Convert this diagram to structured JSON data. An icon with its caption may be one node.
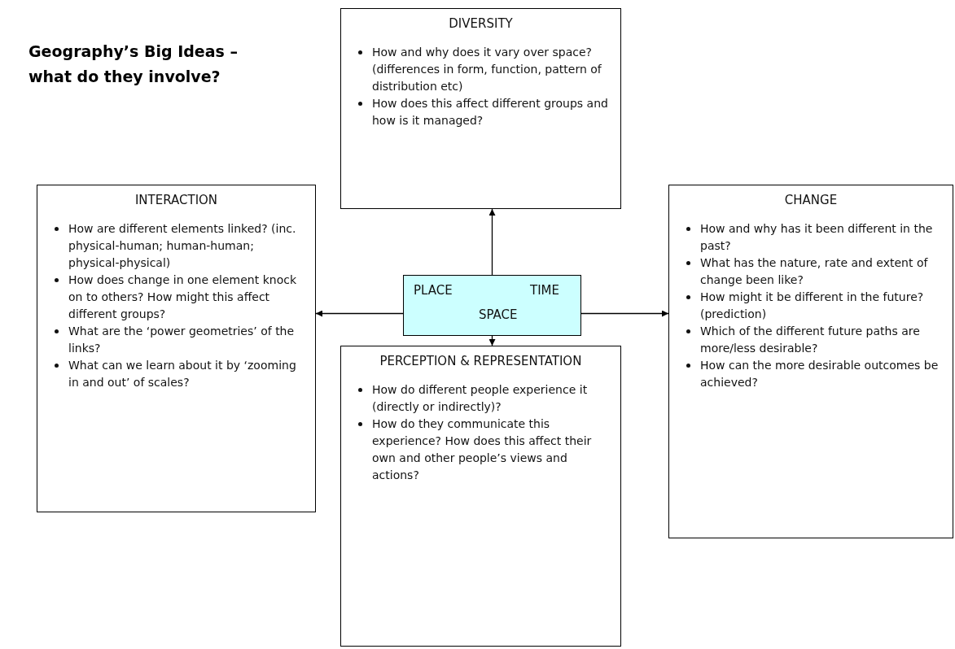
{
  "diagram": {
    "title": "Geography’s Big Ideas – what do they involve?",
    "nodes": [
      {
        "text": [
          "DIVERSITY",
          "How and why does it vary over space? (differences in form, function, pattern of distribution etc)",
          "How does this affect different groups and how is it managed?"
        ]
      },
      {
        "text": [
          "INTERACTION",
          "How are different elements linked? (inc. physical-human; human-human; physical-physical)",
          "How does change in one element knock on to others? How might this affect different groups?",
          "What are the ‘power geometries’ of the links?",
          "What can we learn about it by ‘zooming in and out’ of scales?"
        ]
      },
      {
        "text": [
          "CHANGE",
          "How and why has it been different in the past?",
          "What has the nature, rate and extent of change been like?",
          "How might it be different in the future? (prediction)",
          "Which of the different future paths are more/less desirable?",
          "How can the more desirable outcomes be achieved?"
        ]
      },
      {
        "text": [
          "PLACE",
          "TIME",
          "SPACE"
        ]
      },
      {
        "text": [
          "PERCEPTION & REPRESENTATION",
          "How do different people experience it (directly or indirectly)?",
          "How do they communicate this experience? How does this affect their own and other people’s views and actions?"
        ]
      }
    ],
    "edges": [
      {
        "from": 3,
        "to": 0,
        "arrow": "to"
      },
      {
        "from": 3,
        "to": 1,
        "arrow": "to"
      },
      {
        "from": 3,
        "to": 2,
        "arrow": "to"
      },
      {
        "from": 3,
        "to": 4,
        "arrow": "to"
      }
    ]
  }
}
